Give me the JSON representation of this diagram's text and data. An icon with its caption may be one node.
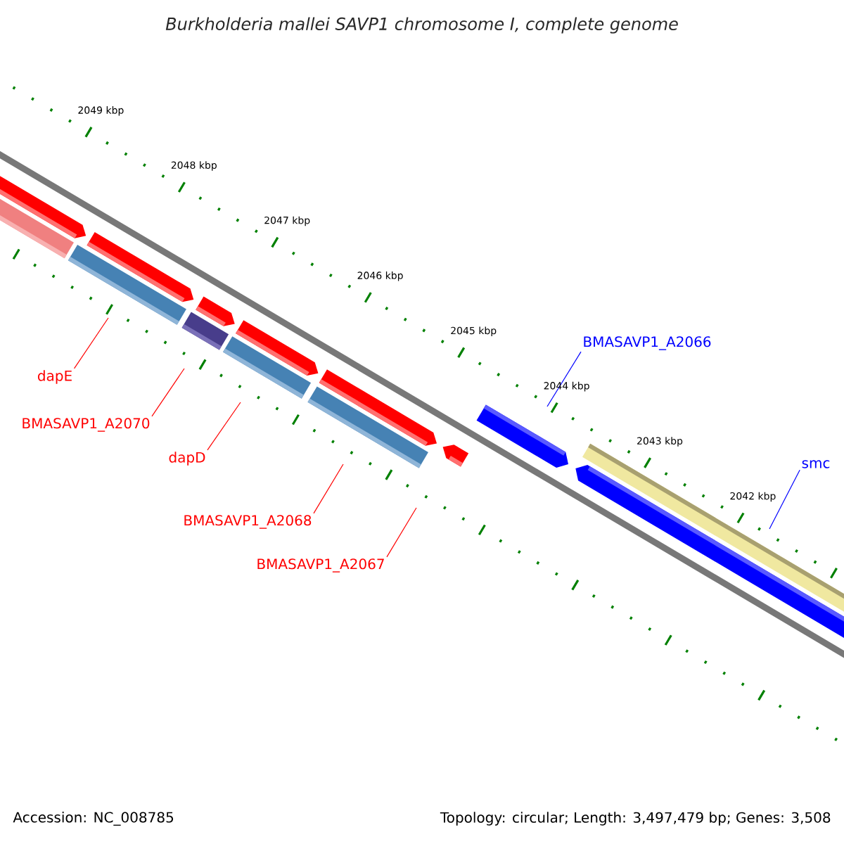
{
  "diagram": {
    "title": "Burkholderia mallei SAVP1 chromosome I, complete genome",
    "nodes": [
      {
        "text": [
          "dapE"
        ]
      },
      {
        "text": [
          "BMASAVP1_A2070"
        ]
      },
      {
        "text": [
          "dapD"
        ]
      },
      {
        "text": [
          "BMASAVP1_A2068"
        ]
      },
      {
        "text": [
          "BMASAVP1_A2067"
        ]
      },
      {
        "text": [
          "BMASAVP1_A2066"
        ]
      },
      {
        "text": [
          "smc"
        ]
      }
    ],
    "edges": [
      {
        "from": 0,
        "to": null,
        "arrow": "none"
      },
      {
        "from": 1,
        "to": null,
        "arrow": "none"
      },
      {
        "from": 2,
        "to": null,
        "arrow": "none"
      },
      {
        "from": 3,
        "to": null,
        "arrow": "none"
      },
      {
        "from": 4,
        "to": null,
        "arrow": "none"
      },
      {
        "from": 5,
        "to": null,
        "arrow": "none",
        "color": "#0000ff"
      },
      {
        "from": 6,
        "to": null,
        "arrow": "none",
        "color": "#0000ff"
      }
    ],
    "labels": [
      "2049 kbp",
      "2048 kbp",
      "2047 kbp",
      "2046 kbp",
      "2045 kbp",
      "2044 kbp",
      "2043 kbp",
      "2042 kbp",
      "Accession: NC_008785",
      "Topology: circular; Length: 3,497,479 bp; Genes: 3,508"
    ]
  }
}
